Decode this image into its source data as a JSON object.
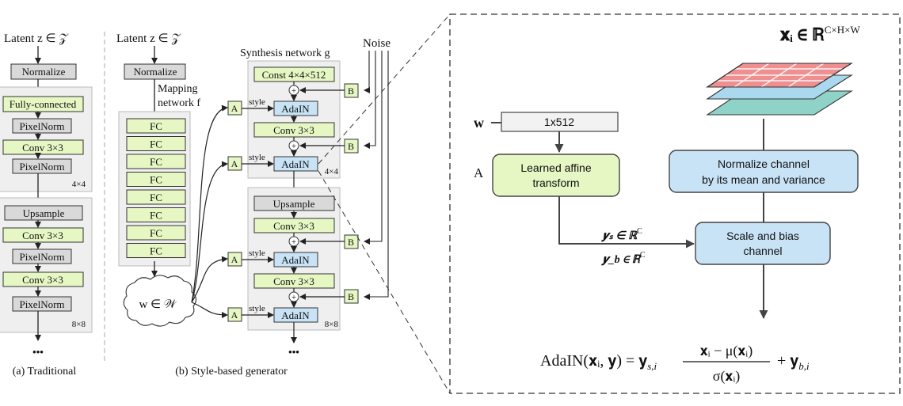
{
  "panel_a": {
    "latent": "Latent z ∈ 𝒵",
    "normalize": "Normalize",
    "fully_connected": "Fully-connected",
    "pixelnorm": "PixelNorm",
    "conv": "Conv 3×3",
    "upsample": "Upsample",
    "res1": "4×4",
    "res2": "8×8",
    "dots": "•••",
    "caption": "(a) Traditional"
  },
  "panel_b": {
    "latent": "Latent z ∈ 𝒵",
    "normalize": "Normalize",
    "mapping_label_1": "Mapping",
    "mapping_label_2": "network f",
    "fc": "FC",
    "w_label": "w ∈ 𝒲",
    "synthesis_label": "Synthesis network g",
    "noise": "Noise",
    "const": "Const 4×4×512",
    "adain": "AdaIN",
    "conv": "Conv 3×3",
    "upsample": "Upsample",
    "style": "style",
    "a": "A",
    "b": "B",
    "plus": "+",
    "res1": "4×4",
    "res2": "8×8",
    "dots": "•••",
    "caption": "(b) Style-based generator"
  },
  "panel_c": {
    "x_label": "𝐱ᵢ ∈ ℝ",
    "x_sup": "C×H×W",
    "w": "w",
    "w_box": "1x512",
    "a": "A",
    "affine_1": "Learned affine",
    "affine_2": "transform",
    "norm_1": "Normalize channel",
    "norm_2": "by its mean and variance",
    "scale_1": "Scale and bias",
    "scale_2": "channel",
    "ys": "𝒚ₛ ∈ ℝ",
    "yb": "𝒚_b ∈ ℝ",
    "c_sup": "C",
    "formula": "AdaIN(𝐱ᵢ, 𝐲) = 𝐲ₛ,ᵢ (𝐱ᵢ − μ(𝐱ᵢ)) / σ(𝐱ᵢ) + 𝐲_b,ᵢ",
    "formula_lhs": "AdaIN(𝐱ᵢ, 𝐲) = 𝐲",
    "formula_sub1": "s,i",
    "formula_num": "𝐱ᵢ − μ(𝐱ᵢ)",
    "formula_den": "σ(𝐱ᵢ)",
    "formula_plus": "+ 𝐲",
    "formula_sub2": "b,i"
  },
  "colors": {
    "green": "#e6f7c4",
    "blue": "#c8e3f6",
    "gray": "#d9d9d9",
    "panel_bg": "#efefef",
    "red_grid": "#ef8f8f",
    "teal_grid": "#8fd3c8"
  }
}
